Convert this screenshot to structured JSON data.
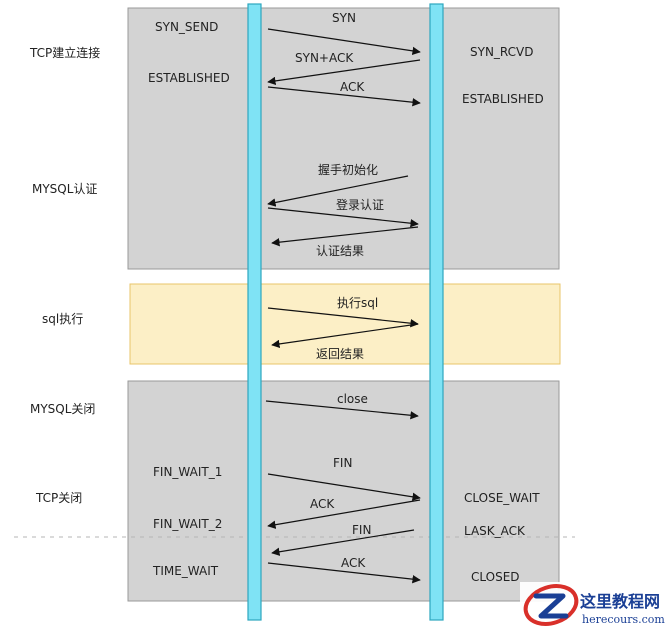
{
  "phases": [
    {
      "label": "TCP建立连接"
    },
    {
      "label": "MYSQL认证"
    },
    {
      "label": "sql执行"
    },
    {
      "label": "MYSQL关闭"
    },
    {
      "label": "TCP关闭"
    }
  ],
  "client_states": [
    "SYN_SEND",
    "ESTABLISHED",
    "FIN_WAIT_1",
    "FIN_WAIT_2",
    "TIME_WAIT"
  ],
  "server_states": [
    "SYN_RCVD",
    "ESTABLISHED",
    "CLOSE_WAIT",
    "LASK_ACK",
    "CLOSED"
  ],
  "messages": [
    {
      "label": "SYN",
      "direction": "to-server"
    },
    {
      "label": "SYN+ACK",
      "direction": "to-client"
    },
    {
      "label": "ACK",
      "direction": "to-server"
    },
    {
      "label": "握手初始化",
      "direction": "to-client"
    },
    {
      "label": "登录认证",
      "direction": "to-server"
    },
    {
      "label": "认证结果",
      "direction": "to-client"
    },
    {
      "label": "执行sql",
      "direction": "to-server"
    },
    {
      "label": "返回结果",
      "direction": "to-client"
    },
    {
      "label": "close",
      "direction": "to-server"
    },
    {
      "label": "FIN",
      "direction": "to-server"
    },
    {
      "label": "ACK",
      "direction": "to-client"
    },
    {
      "label": "FIN",
      "direction": "to-client"
    },
    {
      "label": "ACK",
      "direction": "to-server"
    }
  ],
  "watermark": {
    "title": "这里教程网",
    "site": "herecours.com"
  },
  "colors": {
    "panel_gray": "#d3d3d3",
    "panel_yellow": "#fcefc6",
    "lifeline": "#7fe3f5",
    "lifeline_border": "#2da7bf"
  }
}
